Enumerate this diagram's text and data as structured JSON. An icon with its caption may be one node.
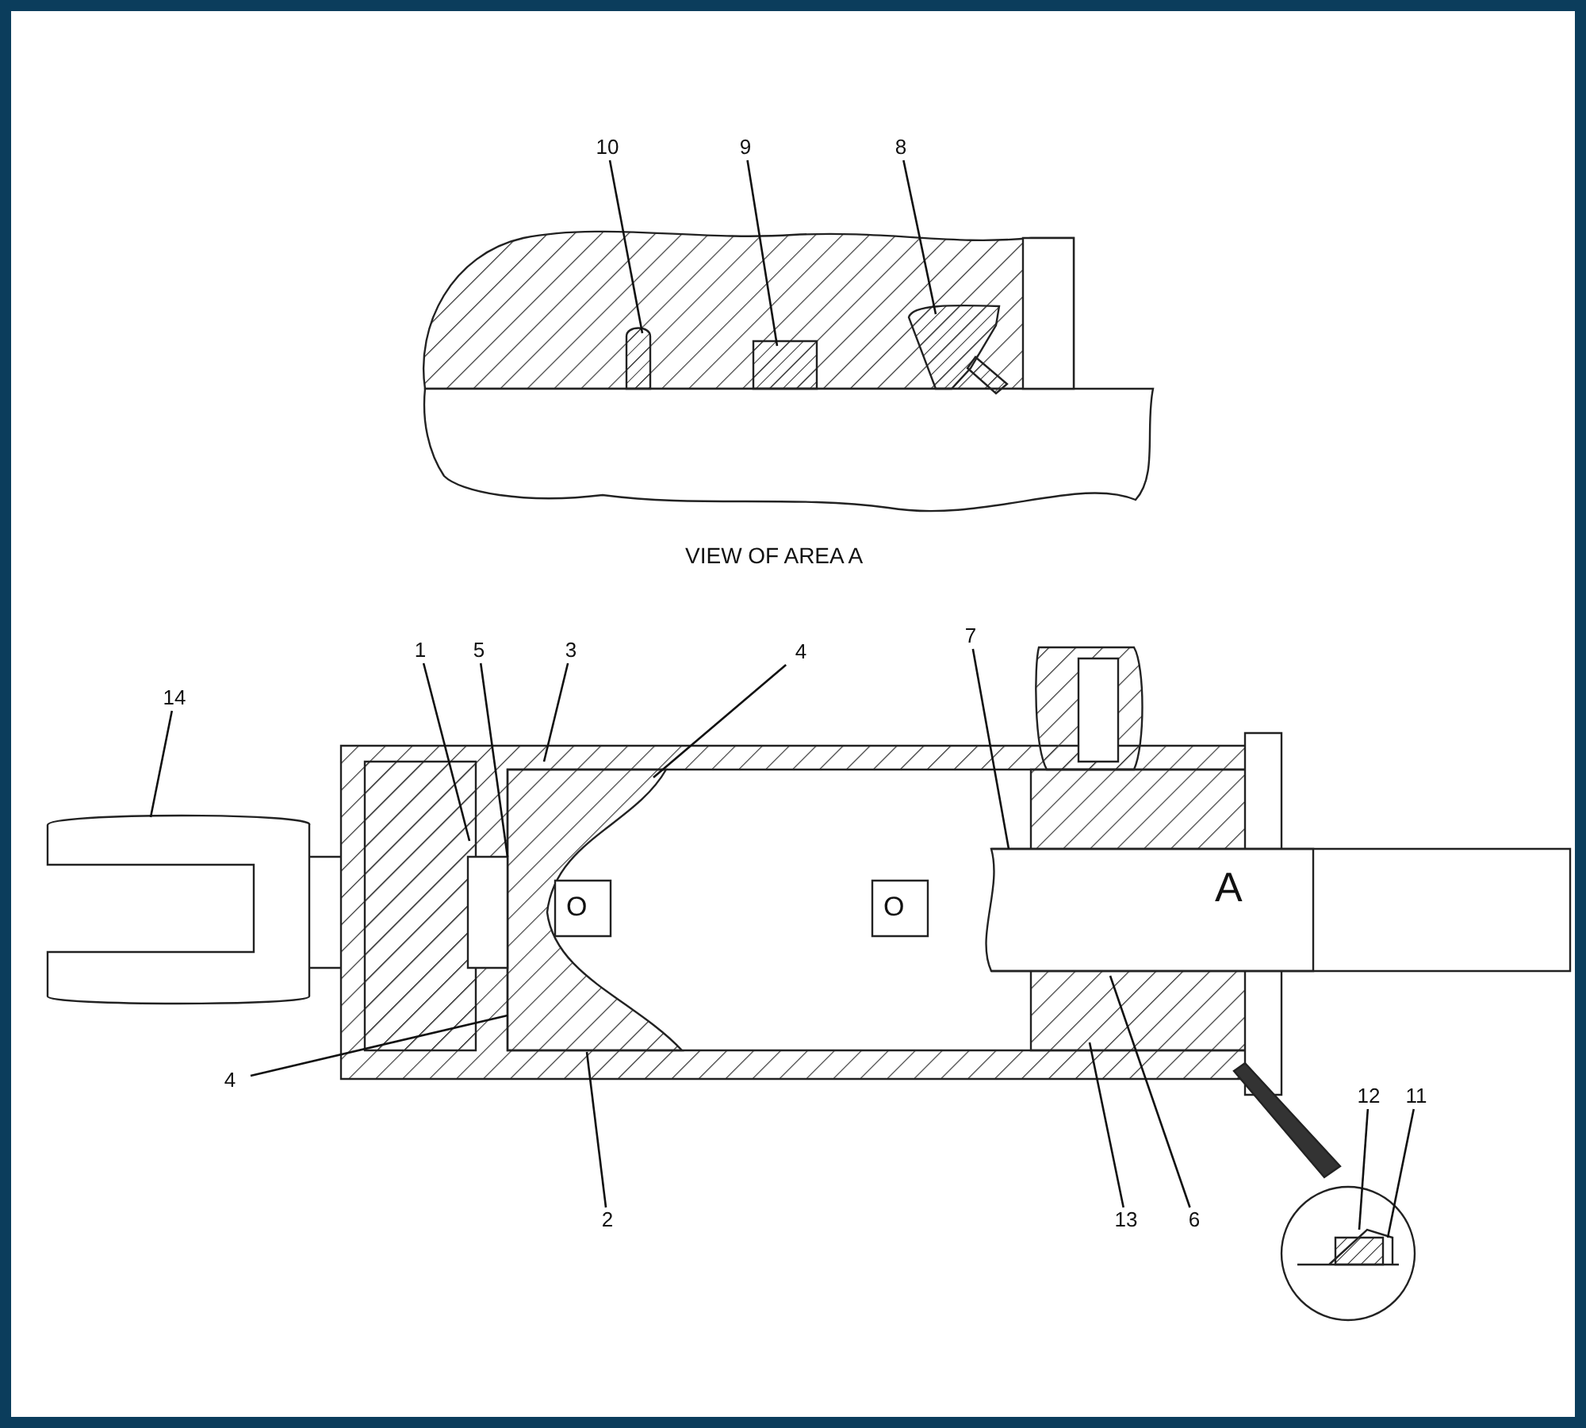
{
  "diagram": {
    "nodes": [
      {
        "text": [
          "10"
        ]
      },
      {
        "text": [
          "9"
        ]
      },
      {
        "text": [
          "8"
        ]
      },
      {
        "text": [
          "1"
        ]
      },
      {
        "text": [
          "5"
        ]
      },
      {
        "text": [
          "3"
        ]
      },
      {
        "text": [
          "4"
        ]
      },
      {
        "text": [
          "7"
        ]
      },
      {
        "text": [
          "14"
        ]
      },
      {
        "text": [
          "4"
        ]
      },
      {
        "text": [
          "2"
        ]
      },
      {
        "text": [
          "13"
        ]
      },
      {
        "text": [
          "6"
        ]
      },
      {
        "text": [
          "12"
        ]
      },
      {
        "text": [
          "11"
        ]
      }
    ],
    "edges": [
      {
        "from": 0,
        "to": null,
        "arrow": "none"
      },
      {
        "from": 1,
        "to": null,
        "arrow": "none"
      },
      {
        "from": 2,
        "to": null,
        "arrow": "none"
      },
      {
        "from": 3,
        "to": null,
        "arrow": "none"
      },
      {
        "from": 4,
        "to": null,
        "arrow": "none"
      },
      {
        "from": 5,
        "to": null,
        "arrow": "none"
      },
      {
        "from": 6,
        "to": null,
        "arrow": "none"
      },
      {
        "from": 7,
        "to": null,
        "arrow": "none"
      },
      {
        "from": 8,
        "to": null,
        "arrow": "none"
      },
      {
        "from": 9,
        "to": null,
        "arrow": "none"
      },
      {
        "from": 10,
        "to": null,
        "arrow": "none"
      },
      {
        "from": 11,
        "to": null,
        "arrow": "none"
      },
      {
        "from": 12,
        "to": null,
        "arrow": "none"
      },
      {
        "from": 13,
        "to": null,
        "arrow": "none"
      },
      {
        "from": 14,
        "to": null,
        "arrow": "none"
      }
    ],
    "labels": [
      "VIEW OF AREA A",
      "O",
      "O",
      "A"
    ]
  }
}
